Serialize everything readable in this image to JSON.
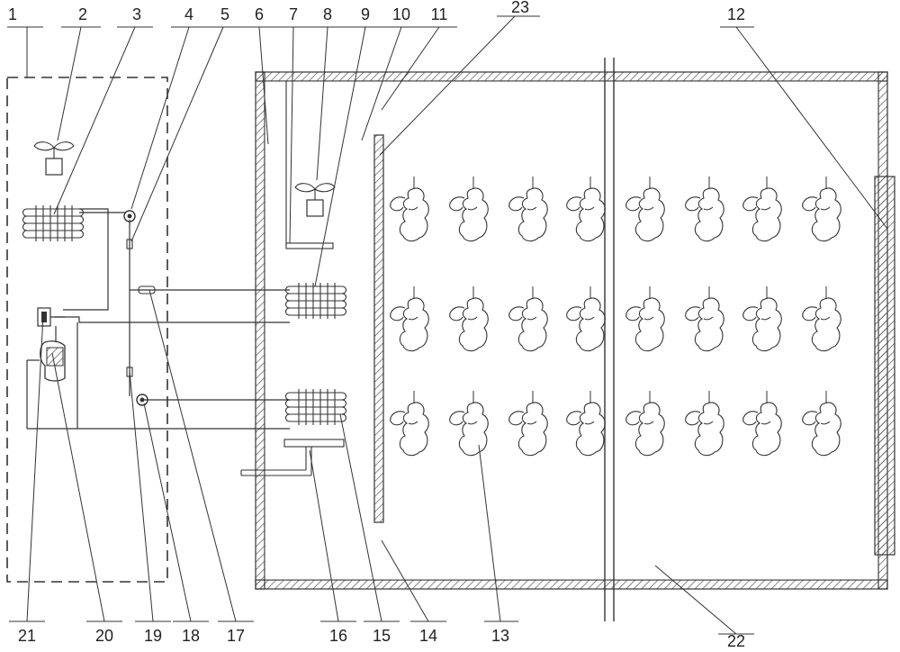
{
  "diagram": {
    "labels": {
      "n1": "1",
      "n2": "2",
      "n3": "3",
      "n4": "4",
      "n5": "5",
      "n6": "6",
      "n7": "7",
      "n8": "8",
      "n9": "9",
      "n10": "10",
      "n11": "11",
      "n12": "12",
      "n13": "13",
      "n14": "14",
      "n15": "15",
      "n16": "16",
      "n17": "17",
      "n18": "18",
      "n19": "19",
      "n20": "20",
      "n21": "21",
      "n22": "22",
      "n23": "23"
    },
    "colors": {
      "line": "#2b2b2b",
      "hatch": "#555555",
      "background": "#ffffff"
    }
  }
}
